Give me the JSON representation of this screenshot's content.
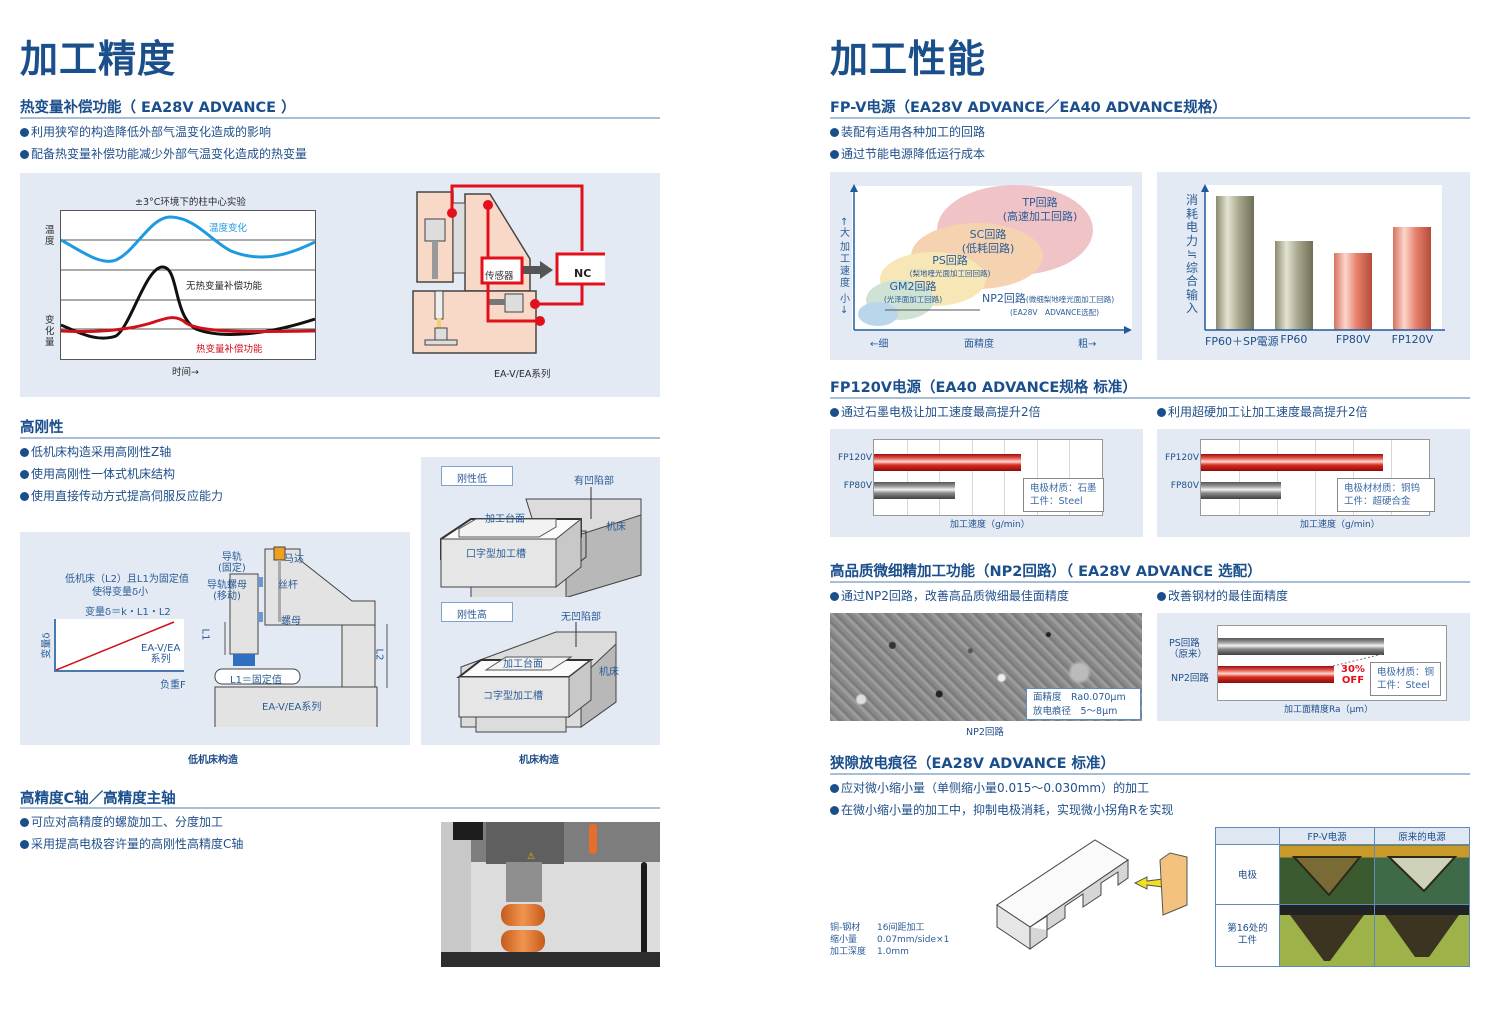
{
  "left": {
    "page_title": "加工精度",
    "thermal": {
      "title": "热变量补偿功能（ EA28V ADVANCE ）",
      "bullets": [
        "利用狭窄的构造降低外部气温变化造成的影响",
        "配备热变量补偿功能减少外部气温变化造成的热变量"
      ],
      "chart": {
        "title": "±3°C环境下的柱中心实验",
        "y_label_top": "温度",
        "y_label_bottom": "变化量",
        "x_label": "时间→",
        "series": [
          {
            "name": "温度变化",
            "color": "#1e9be0"
          },
          {
            "name": "无热变量补偿功能",
            "color": "#111111"
          },
          {
            "name": "热变量补偿功能",
            "color": "#d0101a"
          }
        ]
      },
      "diagram": {
        "sensor_label": "传感器",
        "nc_label": "NC",
        "caption": "EA-V/EA系列",
        "accent_color": "#e3101c"
      }
    },
    "rigidity": {
      "title": "高刚性",
      "bullets": [
        "低机床构造采用高刚性Z轴",
        "使用高刚性一体式机床结构",
        "使用直接传动方式提高伺服反应能力"
      ],
      "low_bed": {
        "note_line1": "低机床（L2）且L1为固定值",
        "note_line2": "使得变量δ小",
        "formula": "变量δ＝k・L1・L2",
        "graph_ylabel": "变量δ",
        "graph_xlabel": "负重F",
        "graph_series": "EA-V/EA\n系列",
        "graph_series_line1": "EA-V/EA",
        "graph_series_line2": "系列",
        "rail_fixed": "导轨\n(固定)",
        "rail_fixed_line1": "导轨",
        "rail_fixed_line2": "(固定)",
        "rail_nut_line1": "导轨螺母",
        "rail_nut_line2": "(移动)",
        "motor": "马达",
        "screw": "丝杆",
        "nut": "螺母",
        "l1": "L1",
        "l2": "L2",
        "l1_fixed": "L1＝固定值",
        "base_label": "EA-V/EA系列",
        "caption": "低机床构造"
      },
      "bed": {
        "low_label": "刚性低",
        "low_recess": "有凹陷部",
        "high_label": "刚性高",
        "high_recess": "无凹陷部",
        "table": "加工台面",
        "tank_low": "口字型加工槽",
        "tank_high": "コ字型加工槽",
        "machine": "机床",
        "caption": "机床构造"
      }
    },
    "c_axis": {
      "title": "高精度C轴／高精度主轴",
      "bullets": [
        "可应对高精度的螺旋加工、分度加工",
        "采用提高电极容许量的高刚性高精度C轴"
      ]
    }
  },
  "right": {
    "page_title": "加工性能",
    "fpv": {
      "title": "FP-V电源（EA28V ADVANCE／EA40 ADVANCE规格）",
      "bullets": [
        "装配有适用各种加工的回路",
        "通过节能电源降低运行成本"
      ],
      "bubble_chart": {
        "y_label": "加工速度",
        "y_big": "大",
        "y_small": "小",
        "x_label": "面精度",
        "x_left": "←细",
        "x_right": "粗→",
        "circuits": [
          {
            "name": "TP回路",
            "desc": "(高速加工回路)",
            "color": "#f0c3c6"
          },
          {
            "name": "SC回路",
            "desc": "(低耗回路)",
            "color": "#f5d2b0"
          },
          {
            "name": "PS回路",
            "desc": "(梨地喹光面加工回回路)",
            "color": "#f7e6b6"
          },
          {
            "name": "GM2回路",
            "desc": "(光泽面加工回路)",
            "color": "#cfe3d4"
          },
          {
            "name": "NP2回路",
            "desc": "(微细梨地喹光面加工回路)",
            "note": "(EA28V　ADVANCE选配)",
            "color": "#b9d6ea"
          }
        ]
      },
      "power_chart": {
        "y_label": "消耗电力≒综合输入"
      }
    },
    "fp120v": {
      "title": "FP120V电源（EA40 ADVANCE规格 标准）",
      "left_bullet": "通过石墨电极让加工速度最高提升2倍",
      "right_bullet": "利用超硬加工让加工速度最高提升2倍",
      "left_note_line1": "电极材质：石墨",
      "left_note_line2": "工件：Steel",
      "right_note_line1": "电极材材质：铜钨",
      "right_note_line2": "工件：超硬合金",
      "x_label": "加工速度（g/min）"
    },
    "np2": {
      "title": "高品质微细精加工功能（NP2回路）（ EA28V ADVANCE 选配）",
      "left_bullet": "通过NP2回路，改善高品质微细最佳面精度",
      "right_bullet": "改善钢材的最佳面精度",
      "photo_note_line1": "面精度　Ra0.070μm",
      "photo_note_line2": "放电痕径　5～8μm",
      "photo_caption": "NP2回路",
      "chart_note_line1": "电极材质：铜",
      "chart_note_line2": "工件：Steel",
      "off_pct": "30%",
      "off_label": "OFF",
      "x_label": "加工面精度Ra（μm）"
    },
    "gap": {
      "title": "狭隙放电痕径（EA28V ADVANCE 标准）",
      "bullets": [
        "应对微小缩小量（单侧缩小量0.015～0.030mm）的加工",
        "在微小缩小量的加工中，抑制电极消耗，实现微小拐角Rを实现"
      ],
      "specs": [
        {
          "k": "铜-钢材",
          "v": "16间距加工"
        },
        {
          "k": "缩小量",
          "v": "0.07mm/side×1"
        },
        {
          "k": "加工深度",
          "v": "1.0mm"
        }
      ],
      "table": {
        "col1": "FP-V电源",
        "col2": "原来的电源",
        "row1": "电极",
        "row2_line1": "第16处的",
        "row2_line2": "工件"
      }
    }
  },
  "chart_data": [
    {
      "type": "bar",
      "title": "",
      "ylabel": "消耗电力≒综合输入",
      "xlabel": "",
      "categories": [
        "FP60＋SP電源",
        "FP60",
        "FP80V",
        "FP120V"
      ],
      "values": [
        100,
        66,
        57,
        77
      ],
      "units": "relative (no scale shown)",
      "colors": [
        "#9e9d84",
        "#9e9d84",
        "#e48a76",
        "#e48a76"
      ],
      "ylim": [
        0,
        105
      ]
    },
    {
      "type": "bar",
      "orientation": "horizontal",
      "title": "通过石墨电极让加工速度最高提升2倍",
      "xlabel": "加工速度（g/min）",
      "categories": [
        "FP120V",
        "FP80V"
      ],
      "values": [
        2.25,
        1.25
      ],
      "units": "grid divisions (no numeric ticks shown)",
      "xlim": [
        0,
        3.5
      ],
      "colors": [
        "#c0151a",
        "#777777"
      ]
    },
    {
      "type": "bar",
      "orientation": "horizontal",
      "title": "利用超硬加工让加工速度最高提升2倍",
      "xlabel": "加工速度（g/min）",
      "categories": [
        "FP120V",
        "FP80V"
      ],
      "values": [
        4.8,
        2.1
      ],
      "units": "grid divisions (no numeric ticks shown)",
      "xlim": [
        0,
        6
      ],
      "colors": [
        "#c0151a",
        "#777777"
      ]
    },
    {
      "type": "bar",
      "orientation": "horizontal",
      "title": "改善钢材的最佳面精度",
      "xlabel": "加工面精度Ra（μm）",
      "categories": [
        "PS回路（原来）",
        "NP2回路"
      ],
      "values": [
        1.0,
        0.7
      ],
      "units": "relative",
      "annotation": "30% OFF",
      "colors": [
        "#777777",
        "#c0151a"
      ]
    }
  ]
}
